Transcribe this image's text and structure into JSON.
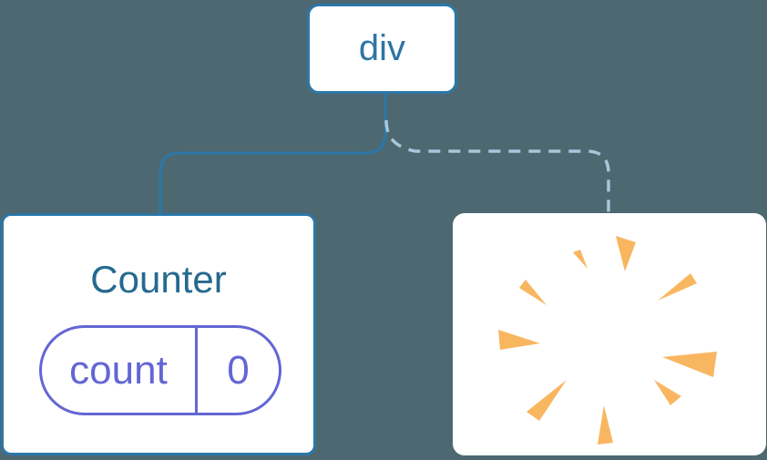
{
  "diagram": {
    "root_node": {
      "label": "div"
    },
    "counter_node": {
      "title": "Counter",
      "state_pill": {
        "key": "count",
        "value": "0"
      }
    },
    "removed_node": {
      "icon": "poof-burst-icon"
    }
  },
  "colors": {
    "background": "#4D6870",
    "node_border_blue": "#2B77A9",
    "node_text_blue": "#2D74A4",
    "counter_title_blue": "#256A8F",
    "dashed_connector_blue": "#A9C6DB",
    "state_pill_purple": "#6366D4",
    "spark_orange": "#F9B660",
    "card_background": "#FFFFFF"
  }
}
